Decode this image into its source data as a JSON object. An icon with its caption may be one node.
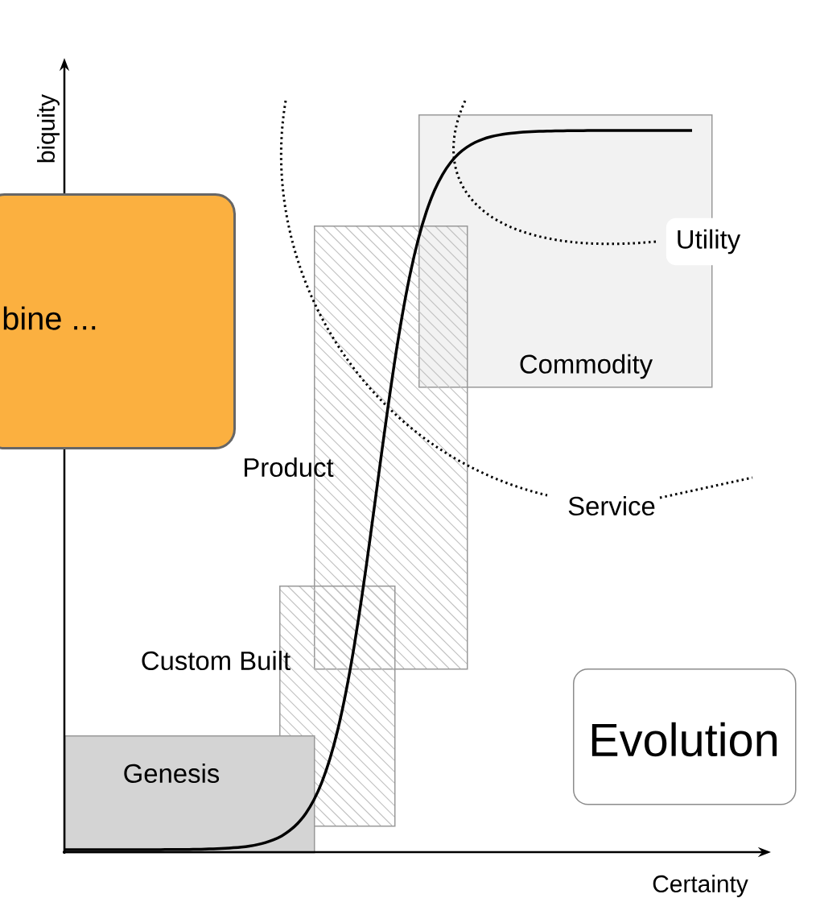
{
  "diagram": {
    "nodes": [
      {
        "text": [
          "Genesis"
        ]
      },
      {
        "text": [
          "Custom Built"
        ]
      },
      {
        "text": [
          "Product"
        ]
      },
      {
        "text": [
          "Commodity"
        ]
      },
      {
        "text": [
          "Evolution"
        ]
      },
      {
        "text": [
          "bine ..."
        ]
      }
    ],
    "labels": [
      "biquity",
      "Utility",
      "Service",
      "Certainty"
    ]
  }
}
